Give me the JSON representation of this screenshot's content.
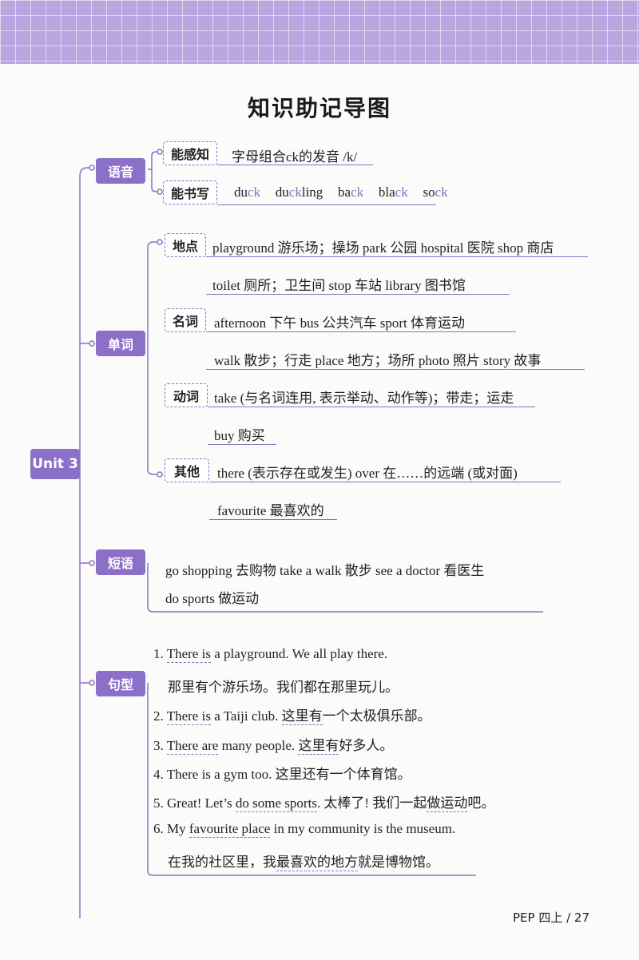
{
  "header": {
    "title": "知识助记导图"
  },
  "root": {
    "label": "Unit 3"
  },
  "pronunciation": {
    "tag": "语音",
    "perceive": {
      "tag": "能感知",
      "text": "字母组合ck的发音 /k/"
    },
    "write": {
      "tag": "能书写",
      "words": [
        {
          "pre": "du",
          "hl": "ck",
          "post": ""
        },
        {
          "pre": "du",
          "hl": "ck",
          "post": "ling"
        },
        {
          "pre": "ba",
          "hl": "ck",
          "post": ""
        },
        {
          "pre": "bla",
          "hl": "ck",
          "post": ""
        },
        {
          "pre": "so",
          "hl": "ck",
          "post": ""
        }
      ]
    }
  },
  "vocabulary": {
    "tag": "单词",
    "places": {
      "tag": "地点",
      "line1": "playground 游乐场；操场  park 公园  hospital 医院  shop 商店",
      "line2": "toilet 厕所；卫生间  stop 车站  library 图书馆"
    },
    "nouns": {
      "tag": "名词",
      "line1": "afternoon 下午  bus 公共汽车  sport 体育运动",
      "line2": "walk 散步；行走  place 地方；场所  photo 照片  story 故事"
    },
    "verbs": {
      "tag": "动词",
      "line1": "take (与名词连用, 表示举动、动作等)；带走；运走",
      "line2": "buy 购买"
    },
    "others": {
      "tag": "其他",
      "line1": "there (表示存在或发生)  over 在……的远端 (或对面)",
      "line2": "favourite 最喜欢的"
    }
  },
  "phrases": {
    "tag": "短语",
    "line1": "go shopping 去购物   take a walk 散步   see a doctor 看医生",
    "line2": "do sports 做运动"
  },
  "sentences": {
    "tag": "句型",
    "s1a": "1. ",
    "s1b": "There is",
    "s1c": " a playground. We all play there.",
    "s1d": "那里有个游乐场。我们都在那里玩儿。",
    "s2a": "2. ",
    "s2b": "There is",
    "s2c": " a Taiji club. ",
    "s2d": "这里有",
    "s2e": "一个太极俱乐部。",
    "s3a": "3. ",
    "s3b": "There are",
    "s3c": " many people. ",
    "s3d": "这里有",
    "s3e": "好多人。",
    "s4": "4. There is a gym too. 这里还有一个体育馆。",
    "s5a": "5. Great! Let’s ",
    "s5b": "do some sports",
    "s5c": ". 太棒了! 我们一起",
    "s5d": "做运动",
    "s5e": "吧。",
    "s6a": "6. My ",
    "s6b": "favourite place",
    "s6c": " in my community is the museum.",
    "s6d": "在我的社区里，我",
    "s6e": "最喜欢的地方",
    "s6f": "就是博物馆。"
  },
  "footer": {
    "page": "PEP 四上 / 27"
  },
  "colors": {
    "accent": "#8c6fc7",
    "banner": "#b9a6df"
  }
}
